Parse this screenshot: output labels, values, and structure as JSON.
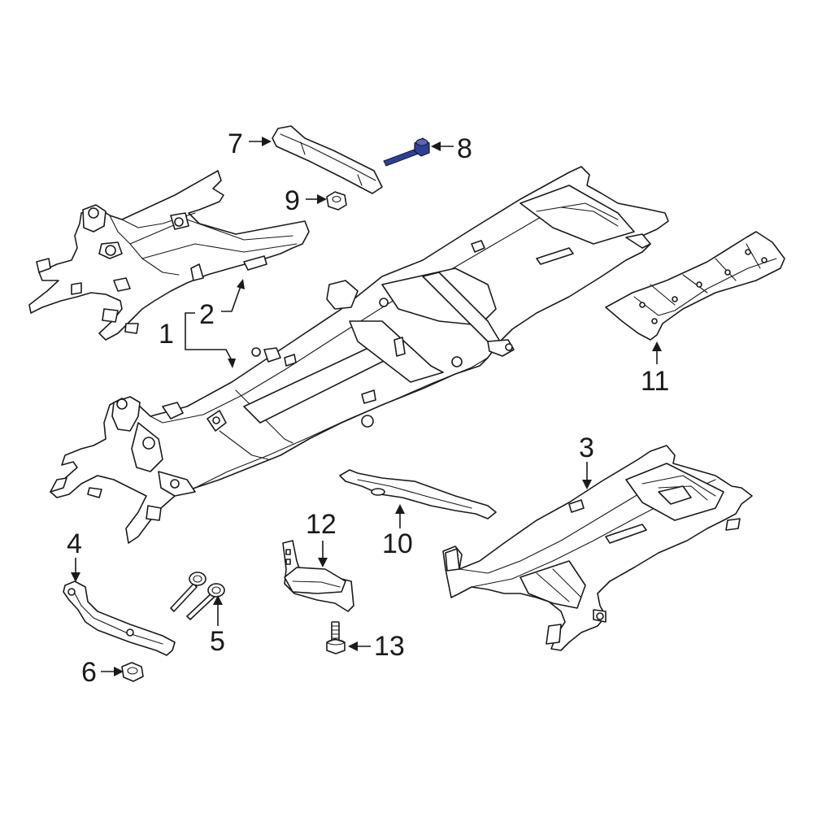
{
  "diagram": {
    "callouts": [
      {
        "id": "1",
        "label": "1"
      },
      {
        "id": "2",
        "label": "2"
      },
      {
        "id": "3",
        "label": "3"
      },
      {
        "id": "4",
        "label": "4"
      },
      {
        "id": "5",
        "label": "5"
      },
      {
        "id": "6",
        "label": "6"
      },
      {
        "id": "7",
        "label": "7"
      },
      {
        "id": "8",
        "label": "8"
      },
      {
        "id": "9",
        "label": "9"
      },
      {
        "id": "10",
        "label": "10"
      },
      {
        "id": "11",
        "label": "11"
      },
      {
        "id": "12",
        "label": "12"
      },
      {
        "id": "13",
        "label": "13"
      }
    ],
    "colors": {
      "line": "#1a1a1a",
      "highlight": "#2b3f9e",
      "background": "#ffffff"
    },
    "highlighted_part": "8"
  }
}
